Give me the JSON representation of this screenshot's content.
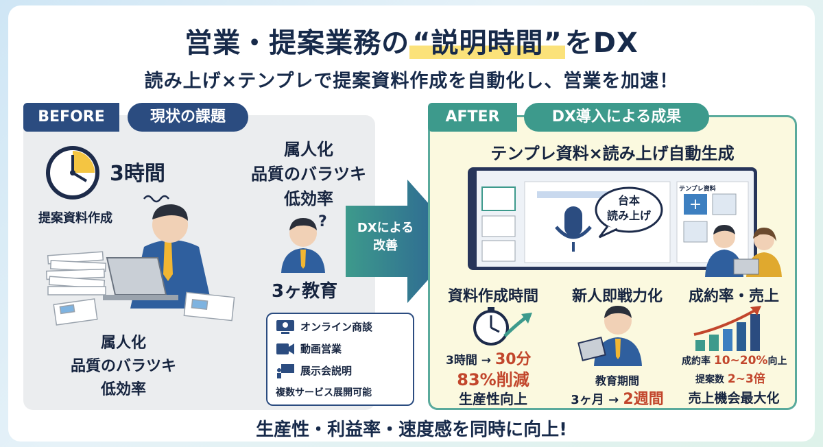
{
  "title": {
    "pre": "営業・提案業務の",
    "highlight": "“説明時間”",
    "post": "をDX"
  },
  "subtitle": "読み上げ×テンプレで提案資料作成を自動化し、営業を加速！",
  "before": {
    "tag": "BEFORE",
    "header": "現状の課題",
    "time_value": "3時間",
    "task_label": "提案資料作成",
    "issues_top": [
      "属人化",
      "品質のバラツキ",
      "低効率"
    ],
    "training": "3ヶ教育",
    "issues_bottom": [
      "属人化",
      "品質のバラツキ",
      "低効率"
    ],
    "channels": [
      {
        "icon": "online-meeting-icon",
        "label": "オンライン商談"
      },
      {
        "icon": "video-icon",
        "label": "動画営業"
      },
      {
        "icon": "presentation-icon",
        "label": "展示会説明"
      }
    ],
    "channels_footer": "複数サービス展開可能"
  },
  "arrow": {
    "line1": "DXによる",
    "line2": "改善"
  },
  "after": {
    "tag": "AFTER",
    "header": "DX導入による成果",
    "headline": "テンプレ資料×読み上げ自動生成",
    "screen": {
      "bubble_line1": "台本",
      "bubble_line2": "読み上げ",
      "template_label": "テンプレ資料"
    },
    "metrics": [
      {
        "title": "資料作成時間",
        "from": "3時間",
        "to": "30分",
        "reduction": "83%削減",
        "note": "生産性向上"
      },
      {
        "title": "新人即戦力化",
        "line1": "教育期間",
        "from": "3ヶ月",
        "to": "2週間"
      },
      {
        "title": "成約率・売上",
        "rate_label": "成約率",
        "rate_value": "10~20%",
        "rate_suffix": "向上",
        "proposal_label": "提案数",
        "proposal_value": "2~3倍",
        "note": "売上機会最大化"
      }
    ]
  },
  "bottom": "生産性・利益率・速度感を同時に向上!",
  "colors": {
    "navy": "#2b4c80",
    "teal": "#3d9a8c",
    "highlight": "#fbe27a",
    "accent_red": "#c2462c"
  }
}
